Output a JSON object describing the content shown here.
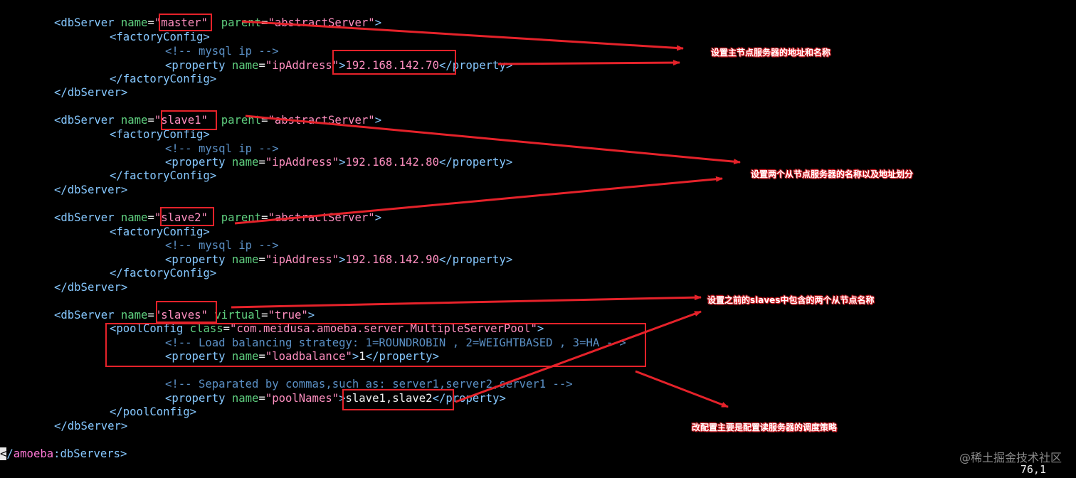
{
  "lines": [
    {
      "id": "l1",
      "parts": [
        {
          "c": "tag",
          "t": "<dbServer "
        },
        {
          "c": "attr",
          "t": "name"
        },
        {
          "c": "txt",
          "t": "="
        },
        {
          "c": "val",
          "t": "\"master\""
        },
        {
          "c": "txt",
          "t": "  "
        },
        {
          "c": "attr",
          "t": "parent"
        },
        {
          "c": "txt",
          "t": "="
        },
        {
          "c": "val",
          "t": "\"abstractServer\""
        },
        {
          "c": "tag",
          "t": ">"
        }
      ]
    },
    {
      "id": "l2",
      "parts": [
        {
          "c": "tag",
          "t": "<factoryConfig>"
        }
      ]
    },
    {
      "id": "l3",
      "parts": [
        {
          "c": "cmt",
          "t": "<!-- mysql ip -->"
        }
      ]
    },
    {
      "id": "l4",
      "parts": [
        {
          "c": "tag",
          "t": "<property "
        },
        {
          "c": "attr",
          "t": "name"
        },
        {
          "c": "txt",
          "t": "="
        },
        {
          "c": "val",
          "t": "\"ipAddress\""
        },
        {
          "c": "tag",
          "t": ">"
        },
        {
          "c": "val",
          "t": "192.168.142.70"
        },
        {
          "c": "tag",
          "t": "</property>"
        }
      ]
    },
    {
      "id": "l5",
      "parts": [
        {
          "c": "tag",
          "t": "</factoryConfig>"
        }
      ]
    },
    {
      "id": "l6",
      "parts": [
        {
          "c": "tag",
          "t": "</dbServer>"
        }
      ]
    },
    {
      "id": "l7",
      "parts": [
        {
          "c": "tag",
          "t": "<dbServer "
        },
        {
          "c": "attr",
          "t": "name"
        },
        {
          "c": "txt",
          "t": "="
        },
        {
          "c": "val",
          "t": "\"slave1\""
        },
        {
          "c": "txt",
          "t": "  "
        },
        {
          "c": "attr",
          "t": "parent"
        },
        {
          "c": "txt",
          "t": "="
        },
        {
          "c": "val",
          "t": "\"abstractServer\""
        },
        {
          "c": "tag",
          "t": ">"
        }
      ]
    },
    {
      "id": "l8",
      "parts": [
        {
          "c": "tag",
          "t": "<factoryConfig>"
        }
      ]
    },
    {
      "id": "l9",
      "parts": [
        {
          "c": "cmt",
          "t": "<!-- mysql ip -->"
        }
      ]
    },
    {
      "id": "l10",
      "parts": [
        {
          "c": "tag",
          "t": "<property "
        },
        {
          "c": "attr",
          "t": "name"
        },
        {
          "c": "txt",
          "t": "="
        },
        {
          "c": "val",
          "t": "\"ipAddress\""
        },
        {
          "c": "tag",
          "t": ">"
        },
        {
          "c": "val",
          "t": "192.168.142.80"
        },
        {
          "c": "tag",
          "t": "</property>"
        }
      ]
    },
    {
      "id": "l11",
      "parts": [
        {
          "c": "tag",
          "t": "</factoryConfig>"
        }
      ]
    },
    {
      "id": "l12",
      "parts": [
        {
          "c": "tag",
          "t": "</dbServer>"
        }
      ]
    },
    {
      "id": "l13",
      "parts": [
        {
          "c": "tag",
          "t": "<dbServer "
        },
        {
          "c": "attr",
          "t": "name"
        },
        {
          "c": "txt",
          "t": "="
        },
        {
          "c": "val",
          "t": "\"slave2\""
        },
        {
          "c": "txt",
          "t": "  "
        },
        {
          "c": "attr",
          "t": "parent"
        },
        {
          "c": "txt",
          "t": "="
        },
        {
          "c": "val",
          "t": "\"abstractServer\""
        },
        {
          "c": "tag",
          "t": ">"
        }
      ]
    },
    {
      "id": "l14",
      "parts": [
        {
          "c": "tag",
          "t": "<factoryConfig>"
        }
      ]
    },
    {
      "id": "l15",
      "parts": [
        {
          "c": "cmt",
          "t": "<!-- mysql ip -->"
        }
      ]
    },
    {
      "id": "l16",
      "parts": [
        {
          "c": "tag",
          "t": "<property "
        },
        {
          "c": "attr",
          "t": "name"
        },
        {
          "c": "txt",
          "t": "="
        },
        {
          "c": "val",
          "t": "\"ipAddress\""
        },
        {
          "c": "tag",
          "t": ">"
        },
        {
          "c": "val",
          "t": "192.168.142.90"
        },
        {
          "c": "tag",
          "t": "</property>"
        }
      ]
    },
    {
      "id": "l17",
      "parts": [
        {
          "c": "tag",
          "t": "</factoryConfig>"
        }
      ]
    },
    {
      "id": "l18",
      "parts": [
        {
          "c": "tag",
          "t": "</dbServer>"
        }
      ]
    },
    {
      "id": "l19",
      "parts": [
        {
          "c": "tag",
          "t": "<dbServer "
        },
        {
          "c": "attr",
          "t": "name"
        },
        {
          "c": "txt",
          "t": "="
        },
        {
          "c": "val",
          "t": "\"slaves\""
        },
        {
          "c": "txt",
          "t": " "
        },
        {
          "c": "attr",
          "t": "virtual"
        },
        {
          "c": "txt",
          "t": "="
        },
        {
          "c": "val",
          "t": "\"true\""
        },
        {
          "c": "tag",
          "t": ">"
        }
      ]
    },
    {
      "id": "l20",
      "parts": [
        {
          "c": "tag",
          "t": "<poolConfig "
        },
        {
          "c": "attr",
          "t": "class"
        },
        {
          "c": "txt",
          "t": "="
        },
        {
          "c": "val",
          "t": "\"com.meidusa.amoeba.server.MultipleServerPool\""
        },
        {
          "c": "tag",
          "t": ">"
        }
      ]
    },
    {
      "id": "l21",
      "parts": [
        {
          "c": "cmt",
          "t": "<!-- Load balancing strategy: 1=ROUNDROBIN , 2=WEIGHTBASED , 3=HA -->"
        }
      ]
    },
    {
      "id": "l22",
      "parts": [
        {
          "c": "tag",
          "t": "<property "
        },
        {
          "c": "attr",
          "t": "name"
        },
        {
          "c": "txt",
          "t": "="
        },
        {
          "c": "val",
          "t": "\"loadbalance\""
        },
        {
          "c": "tag",
          "t": ">"
        },
        {
          "c": "txt",
          "t": "1"
        },
        {
          "c": "tag",
          "t": "</property>"
        }
      ]
    },
    {
      "id": "l23",
      "parts": [
        {
          "c": "cmt",
          "t": "<!-- Separated by commas,such as: server1,server2,server1 -->"
        }
      ]
    },
    {
      "id": "l24",
      "parts": [
        {
          "c": "tag",
          "t": "<property "
        },
        {
          "c": "attr",
          "t": "name"
        },
        {
          "c": "txt",
          "t": "="
        },
        {
          "c": "val",
          "t": "\"poolNames\""
        },
        {
          "c": "tag",
          "t": ">"
        },
        {
          "c": "txt",
          "t": "slave1,slave2"
        },
        {
          "c": "tag",
          "t": "</property>"
        }
      ]
    },
    {
      "id": "l25",
      "parts": [
        {
          "c": "tag",
          "t": "</poolConfig>"
        }
      ]
    },
    {
      "id": "l26",
      "parts": [
        {
          "c": "tag",
          "t": "</dbServer>"
        }
      ]
    },
    {
      "id": "l27",
      "parts": [
        {
          "c": "cursor",
          "t": "<"
        },
        {
          "c": "tag",
          "t": "/"
        },
        {
          "c": "ns",
          "t": "amoeba"
        },
        {
          "c": "tag",
          "t": ":dbServers>"
        }
      ]
    }
  ],
  "annotations": {
    "master_note": "设置主节点服务器的地址和名称",
    "slaves_note": "设置两个从节点服务器的名称以及地址划分",
    "pool_note": "设置之前的slaves中包含的两个从节点名称",
    "balance_note": "改配置主要是配置读服务器的调度策略"
  },
  "status": {
    "position": "76,1",
    "watermark": "@稀土掘金技术社区"
  },
  "colors": {
    "accent": "#e5222a",
    "tag": "#86c8ff",
    "attr": "#5fcf7f",
    "value": "#ff8fc0",
    "comment": "#5a8fc4",
    "background": "#000000"
  }
}
